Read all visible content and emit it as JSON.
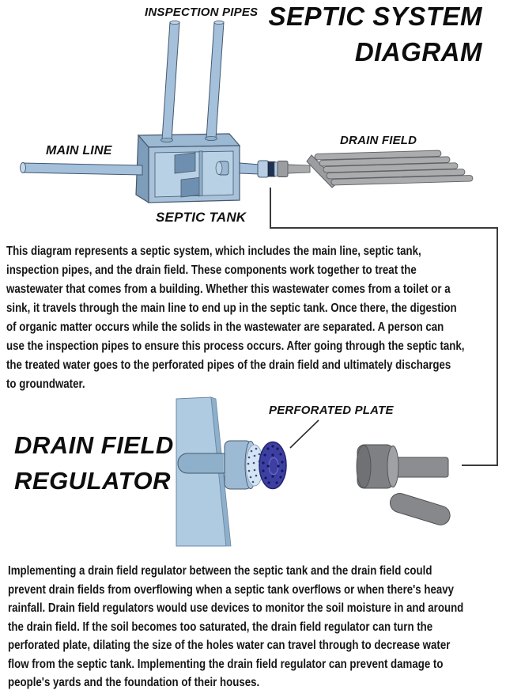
{
  "diagram": {
    "title_line1": "SEPTIC SYSTEM",
    "title_line2": "DIAGRAM",
    "labels": {
      "inspection_pipes": "INSPECTION PIPES",
      "main_line": "MAIN LINE",
      "septic_tank": "SEPTIC TANK",
      "drain_field": "DRAIN FIELD",
      "perforated_plate": "PERFORATED PLATE"
    },
    "regulator_heading_line1": "DRAIN FIELD",
    "regulator_heading_line2": "REGULATOR",
    "colors": {
      "tank_blue": "#a7c2da",
      "tank_blue_light": "#b9d1e5",
      "tank_blue_dark": "#7e9dbb",
      "baffle_blue": "#6e8fb0",
      "connector_navy": "#1f3150",
      "perforated_plate_indigo": "#3e3fa3",
      "perforated_plate_pale": "#d4e4f2",
      "pipe_gray": "#aaacae",
      "drum_gray": "#7e8083",
      "outline_blue": "#46586c",
      "outline_gray": "#55565a",
      "callout_line": "#3b3b3b"
    }
  },
  "paragraph1": {
    "lines": [
      "This diagram represents a septic system, which includes the main line, septic tank,",
      "inspection pipes, and the drain field. These components work together to treat the",
      "wastewater that comes from a building. Whether this wastewater comes from a toilet or a",
      "sink, it travels through the main line to end up in the septic tank. Once there, the digestion",
      "of organic matter occurs while the solids in the wastewater are separated. A person can",
      "use the inspection pipes to ensure this process occurs. After going through the septic tank,",
      "the treated water goes to the perforated pipes of the drain field and ultimately discharges",
      "to groundwater."
    ]
  },
  "paragraph2": {
    "lines": [
      "Implementing a drain field regulator between the septic tank and the drain field could",
      "prevent drain fields from overflowing when a septic tank overflows or when there's heavy",
      "rainfall. Drain field regulators would use devices to monitor the soil moisture in and around",
      "the drain field. If the soil becomes too saturated, the drain field regulator can turn the",
      "perforated plate, dilating the size of the holes water can travel through to decrease water",
      "flow from the septic tank. Implementing the drain field regulator can prevent damage to",
      "people's yards and the foundation of their houses."
    ]
  }
}
